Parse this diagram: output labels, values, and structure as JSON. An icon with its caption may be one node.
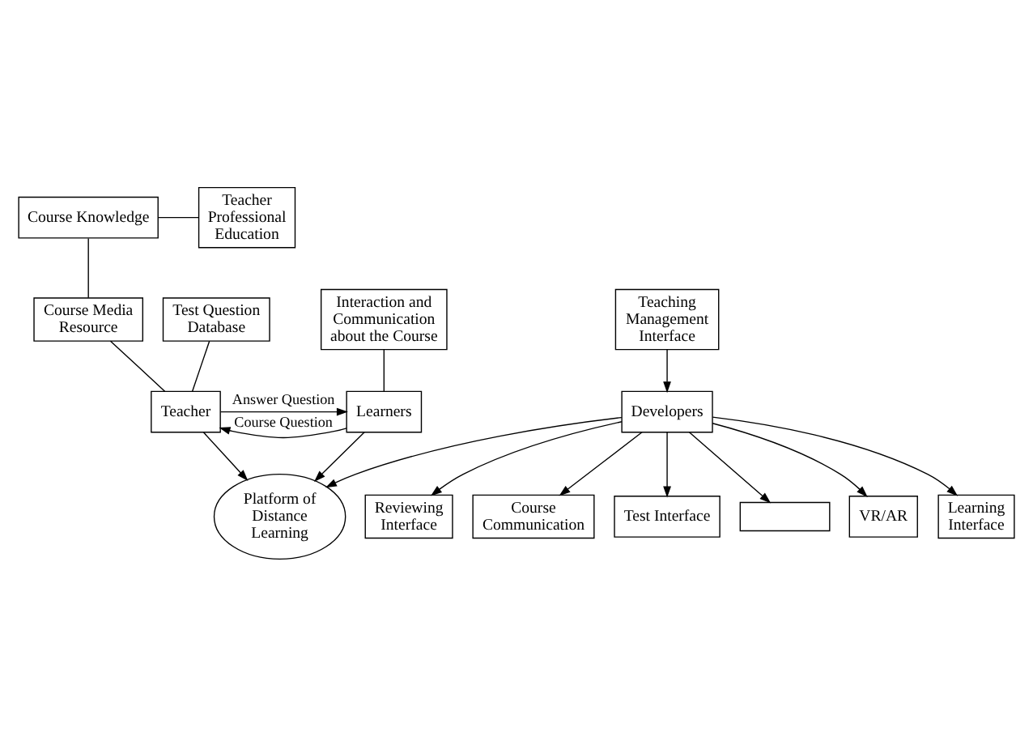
{
  "diagram": {
    "nodes": [
      {
        "text": [
          "Course Knowledge"
        ]
      },
      {
        "text": [
          "Teacher Professional Education"
        ]
      },
      {
        "text": [
          "Course Media Resource"
        ]
      },
      {
        "text": [
          "Test Question Database"
        ]
      },
      {
        "text": [
          "Interaction and Communication about the Course"
        ]
      },
      {
        "text": [
          "Teacher"
        ]
      },
      {
        "text": [
          "Learners"
        ]
      },
      {
        "text": [
          "Teaching Management Interface"
        ]
      },
      {
        "text": [
          "Learning Interface"
        ]
      },
      {
        "text": [
          "Reviewing Interface"
        ]
      },
      {
        "text": [
          "Course Communication"
        ]
      },
      {
        "text": [
          "Test Interface"
        ]
      },
      {
        "text": [
          "Developers"
        ]
      },
      {
        "text": [],
        "shape": "box"
      },
      {
        "text": [
          "VR/AR"
        ]
      },
      {
        "text": [
          "Platform of Distance Learning"
        ]
      }
    ],
    "edges": [
      {
        "from": 0,
        "to": 1,
        "arrow": "none"
      },
      {
        "from": 0,
        "to": 2,
        "arrow": "none"
      },
      {
        "from": 2,
        "to": 5,
        "arrow": "none"
      },
      {
        "from": 3,
        "to": 5,
        "arrow": "none"
      },
      {
        "from": 4,
        "to": 6,
        "arrow": "none"
      },
      {
        "from": 6,
        "to": 5,
        "arrow": "to",
        "label": "Course Question"
      },
      {
        "from": 5,
        "to": 6,
        "arrow": "to",
        "label": "Answer Question"
      },
      {
        "from": 5,
        "to": 15,
        "arrow": "to"
      },
      {
        "from": 6,
        "to": 15,
        "arrow": "to"
      },
      {
        "from": 7,
        "to": 12,
        "arrow": "to"
      },
      {
        "from": 12,
        "to": 8,
        "arrow": "to"
      },
      {
        "from": 12,
        "to": 9,
        "arrow": "to"
      },
      {
        "from": 12,
        "to": 10,
        "arrow": "to"
      },
      {
        "from": 12,
        "to": 11,
        "arrow": "to"
      },
      {
        "from": 12,
        "to": 13,
        "arrow": "to"
      },
      {
        "from": 12,
        "to": 14,
        "arrow": "to"
      },
      {
        "from": 12,
        "to": 15,
        "arrow": "to"
      }
    ]
  }
}
